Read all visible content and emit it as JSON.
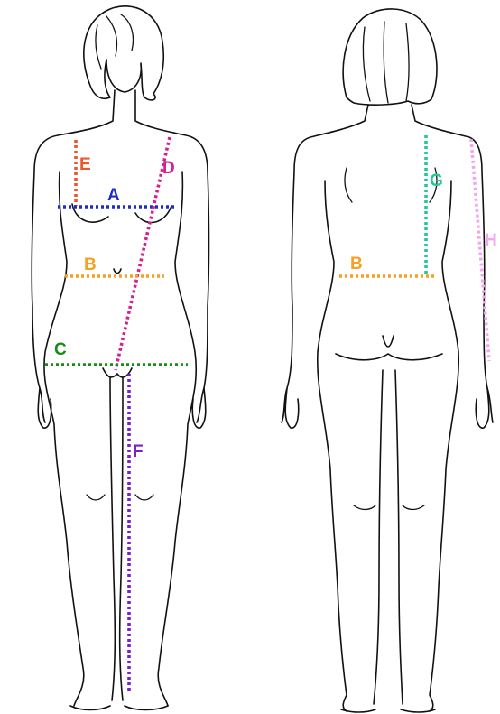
{
  "measurements": [
    {
      "id": "A",
      "label": "A",
      "color": "#1f2ccc"
    },
    {
      "id": "B",
      "label": "B",
      "color": "#f5a123"
    },
    {
      "id": "C",
      "label": "C",
      "color": "#1a8a1a"
    },
    {
      "id": "D",
      "label": "D",
      "color": "#d4208f"
    },
    {
      "id": "E",
      "label": "E",
      "color": "#f0552a"
    },
    {
      "id": "F",
      "label": "F",
      "color": "#7b1fc8"
    },
    {
      "id": "G",
      "label": "G",
      "color": "#22c79a"
    },
    {
      "id": "H",
      "label": "H",
      "color": "#f3a6ee"
    }
  ],
  "figures": [
    {
      "id": "front",
      "view": "front"
    },
    {
      "id": "back",
      "view": "back"
    }
  ]
}
